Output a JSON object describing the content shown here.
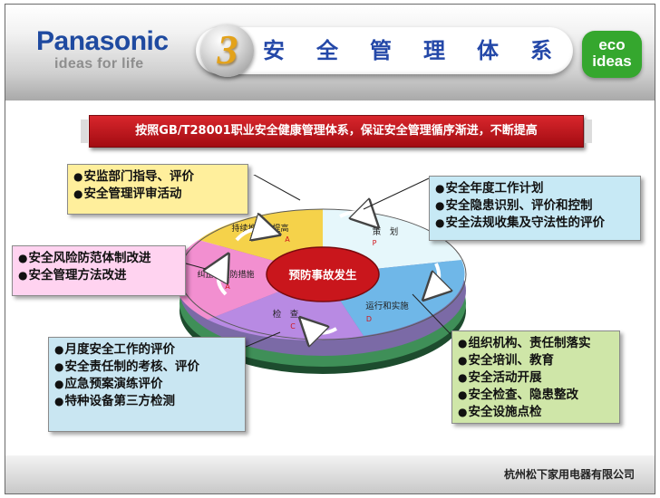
{
  "header": {
    "brand": "Panasonic",
    "tagline": "ideas for life",
    "number": "3",
    "title": "安全管理体系",
    "eco_line1": "eco",
    "eco_line2": "ideas"
  },
  "banner": "按照GB/T28001职业安全健康管理体系，保证安全管理循序渐进，不断提高",
  "boxes": {
    "a_review": [
      "安监部门指导、评价",
      "安全管理评审活动"
    ],
    "plan": [
      "安全年度工作计划",
      "安全隐患识别、评价和控制",
      "安全法规收集及守法性的评价"
    ],
    "act": [
      "安全风险防范体制改进",
      "安全管理方法改进"
    ],
    "check": [
      "月度安全工作的评价",
      "安全责任制的考核、评价",
      "应急预案演练评价",
      "特种设备第三方检测"
    ],
    "do": [
      "组织机构、责任制落实",
      "安全培训、教育",
      "安全活动开展",
      "安全检查、隐患整改",
      "安全设施点检"
    ]
  },
  "diagram": {
    "center": "预防事故发生",
    "segments": {
      "promote": {
        "label": "持续推进、提高",
        "letter": "A"
      },
      "plan": {
        "label": "策　划",
        "letter": "P"
      },
      "do": {
        "label": "运行和实施",
        "letter": "D"
      },
      "check": {
        "label": "检　查",
        "letter": "C"
      },
      "act": {
        "label": "纠正和预防措施",
        "letter": "A"
      }
    }
  },
  "colors": {
    "brand_blue": "#1f4aa0",
    "title_blue": "#2448a8",
    "banner_red": "#c41a20",
    "eco_green": "#35a72e",
    "seg_promote": "#f5d24a",
    "seg_plan": "#e6f7fb",
    "seg_do": "#6fb7e8",
    "seg_check": "#b88ae3",
    "seg_act": "#f28fd0",
    "center_red": "#c9161c"
  },
  "footer": "杭州松下家用电器有限公司"
}
